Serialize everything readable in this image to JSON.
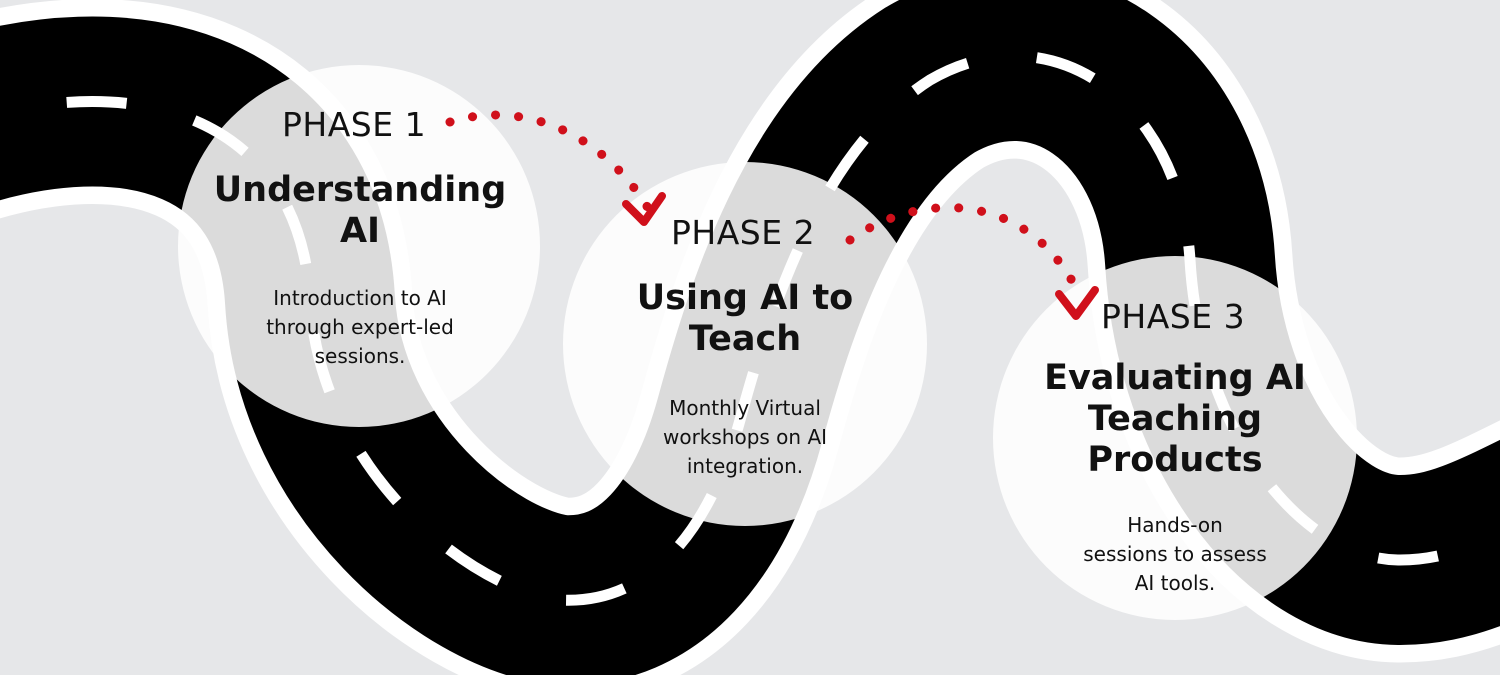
{
  "colors": {
    "background": "#e6e7e9",
    "road": "#000000",
    "road_edge": "#ffffff",
    "lane_marking": "#ffffff",
    "circle_fill": "#ffffff",
    "connector": "#d0101b",
    "text": "#111111"
  },
  "phases": [
    {
      "label": "PHASE 1",
      "title_lines": [
        "Understanding",
        "AI"
      ],
      "description_lines": [
        "Introduction to AI",
        "through expert-led",
        "sessions."
      ]
    },
    {
      "label": "PHASE 2",
      "title_lines": [
        "Using AI to",
        "Teach"
      ],
      "description_lines": [
        "Monthly Virtual",
        "workshops on AI",
        "integration."
      ]
    },
    {
      "label": "PHASE 3",
      "title_lines": [
        "Evaluating AI",
        "Teaching",
        "Products"
      ],
      "description_lines": [
        "Hands-on",
        "sessions to assess",
        "AI tools."
      ]
    }
  ],
  "connectors": [
    {
      "from": "PHASE 1",
      "to": "PHASE 2",
      "icon": "dotted-arrow"
    },
    {
      "from": "PHASE 2",
      "to": "PHASE 3",
      "icon": "dotted-arrow"
    }
  ]
}
